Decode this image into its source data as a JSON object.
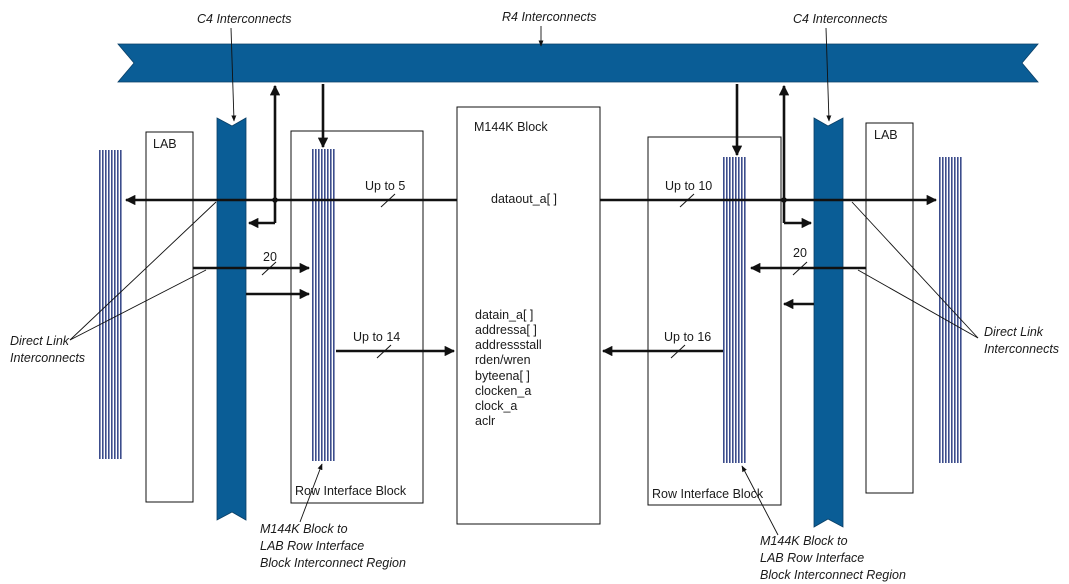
{
  "labels": {
    "c4_left": "C4 Interconnects",
    "r4": "R4 Interconnects",
    "c4_right": "C4 Interconnects",
    "lab_left": "LAB",
    "lab_right": "LAB",
    "m144k": "M144K Block",
    "dataout": "dataout_a[ ]",
    "inputs": [
      "datain_a[ ]",
      "addressa[ ]",
      "addressstall",
      "rden/wren",
      "byteena[ ]",
      "clocken_a",
      "clock_a",
      "aclr"
    ],
    "up_to_5": "Up to 5",
    "up_to_10": "Up to 10",
    "up_to_14": "Up to 14",
    "up_to_16": "Up to 16",
    "twenty_left": "20",
    "twenty_right": "20",
    "row_if_left": "Row Interface Block",
    "row_if_right": "Row Interface Block",
    "direct_link_left": [
      "Direct Link",
      "Interconnects"
    ],
    "direct_link_right": [
      "Direct Link",
      "Interconnects"
    ],
    "region_left": [
      "M144K Block to",
      "LAB Row Interface",
      "Block Interconnect Region"
    ],
    "region_right": [
      "M144K Block to",
      "LAB Row Interface",
      "Block Interconnect Region"
    ]
  },
  "colors": {
    "interconnect_bus": "#0a5d96",
    "line": "#111111"
  }
}
